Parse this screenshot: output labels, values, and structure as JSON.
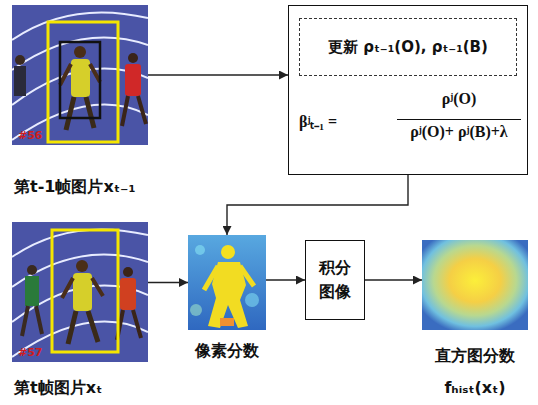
{
  "diagram": {
    "nodes": [
      {
        "text": [
          "#56",
          "第t-1帧图片xₜ₋₁"
        ]
      },
      {
        "text": [
          "βʲₜ₋₁ =",
          "ρʲ(O)",
          "ρʲ(O)+ ρʲ(B)+λ"
        ]
      },
      {
        "text": [
          "更新 ρₜ₋₁(O), ρₜ₋₁(B)"
        ],
        "in": 1
      },
      {
        "text": [
          "#57",
          "第t帧图片xₜ"
        ]
      },
      {
        "text": [
          "像素分数"
        ]
      },
      {
        "text": [
          "积分图像"
        ]
      },
      {
        "text": [
          "直方图分数 fₕᵢₛₜ(xₜ)"
        ]
      }
    ],
    "edges": [
      {
        "from": 0,
        "to": 1,
        "arrow": "to"
      },
      {
        "from": 1,
        "to": 4,
        "arrow": "to"
      },
      {
        "from": 3,
        "to": 4,
        "arrow": "to"
      },
      {
        "from": 4,
        "to": 5,
        "arrow": "to"
      },
      {
        "from": 5,
        "to": 6,
        "arrow": "to"
      }
    ]
  }
}
